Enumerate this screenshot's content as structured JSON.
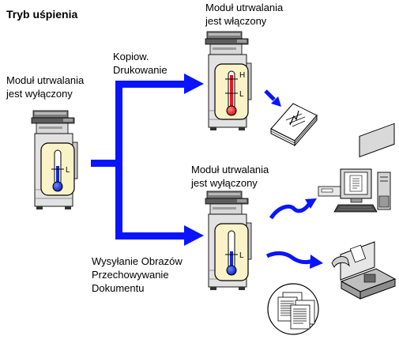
{
  "title": "Tryb uśpienia",
  "left_state": {
    "line1": "Moduł utrwalania",
    "line2": "jest wyłączony"
  },
  "top_state": {
    "line1": "Moduł utrwalania",
    "line2": "jest włączony"
  },
  "bottom_state": {
    "line1": "Moduł utrwalania",
    "line2": "jest wyłączony"
  },
  "top_action": {
    "line1": "Kopiow.",
    "line2": "Drukowanie"
  },
  "bottom_action": {
    "line1": "Wysyłanie Obrazów",
    "line2": "Przechowywanie",
    "line3": "Dokumentu"
  },
  "thermo_high_label": "H",
  "thermo_low_label": "L",
  "colors": {
    "arrow": "#0a14ff",
    "hot": "#e8141e",
    "cold": "#1428d2",
    "panel": "#fbf3c8"
  }
}
